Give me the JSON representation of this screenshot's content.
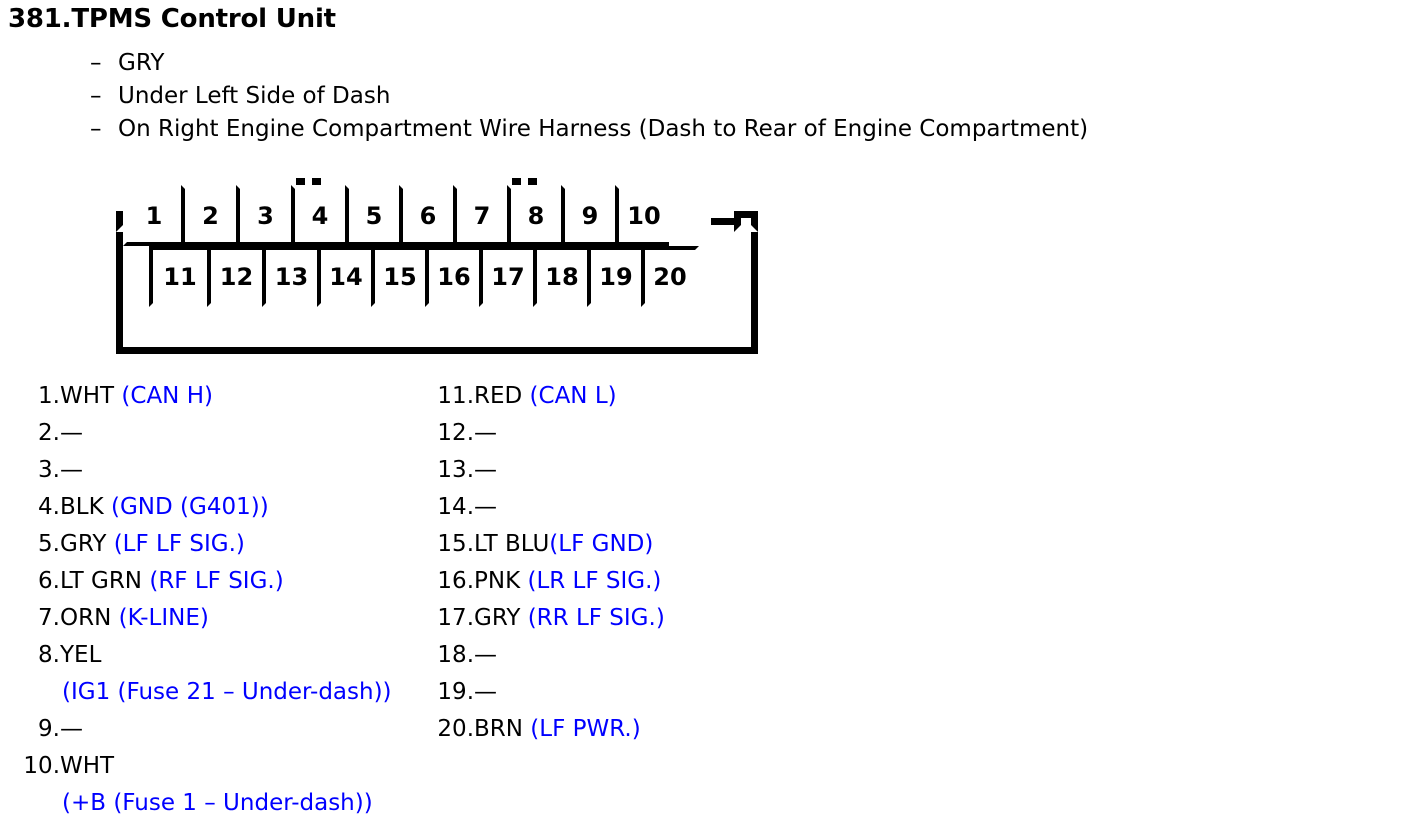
{
  "header": {
    "title": "381.TPMS Control Unit",
    "bullet_marker": "–",
    "bullets": [
      "GRY",
      "Under Left Side of Dash",
      "On Right Engine Compartment Wire Harness (Dash to Rear of Engine Compartment)"
    ]
  },
  "connector": {
    "top_row": [
      "1",
      "2",
      "3",
      "4",
      "5",
      "6",
      "7",
      "8",
      "9",
      "10"
    ],
    "bottom_row": [
      "11",
      "12",
      "13",
      "14",
      "15",
      "16",
      "17",
      "18",
      "19",
      "20"
    ]
  },
  "colors": {
    "function_text": "#0000ff",
    "body_text": "#000000",
    "background": "#ffffff"
  },
  "pins_left": [
    {
      "num": "1.",
      "color": "WHT",
      "fn": " (CAN H)"
    },
    {
      "num": "2.",
      "color": "—",
      "fn": ""
    },
    {
      "num": "3.",
      "color": "—",
      "fn": ""
    },
    {
      "num": "4.",
      "color": "BLK",
      "fn": " (GND (G401))"
    },
    {
      "num": "5.",
      "color": "GRY",
      "fn": " (LF LF SIG.)"
    },
    {
      "num": "6.",
      "color": "LT GRN",
      "fn": " (RF LF SIG.)"
    },
    {
      "num": "7.",
      "color": "ORN",
      "fn": " (K-LINE)"
    },
    {
      "num": "8.",
      "color": "YEL",
      "fn": "",
      "cont": "(IG1 (Fuse 21 – Under-dash))"
    },
    {
      "num": "9.",
      "color": "—",
      "fn": ""
    },
    {
      "num": "10.",
      "color": "WHT",
      "fn": "",
      "cont": "(+B (Fuse 1 – Under-dash))"
    }
  ],
  "pins_right": [
    {
      "num": "11.",
      "color": "RED",
      "fn": " (CAN L)"
    },
    {
      "num": "12.",
      "color": "—",
      "fn": ""
    },
    {
      "num": "13.",
      "color": "—",
      "fn": ""
    },
    {
      "num": "14.",
      "color": "—",
      "fn": ""
    },
    {
      "num": "15.",
      "color": "LT BLU",
      "fn": "(LF GND)"
    },
    {
      "num": "16.",
      "color": "PNK",
      "fn": " (LR LF SIG.)"
    },
    {
      "num": "17.",
      "color": "GRY",
      "fn": " (RR LF SIG.)"
    },
    {
      "num": "18.",
      "color": "—",
      "fn": ""
    },
    {
      "num": "19.",
      "color": "—",
      "fn": ""
    },
    {
      "num": "20.",
      "color": "BRN",
      "fn": " (LF PWR.)"
    }
  ]
}
